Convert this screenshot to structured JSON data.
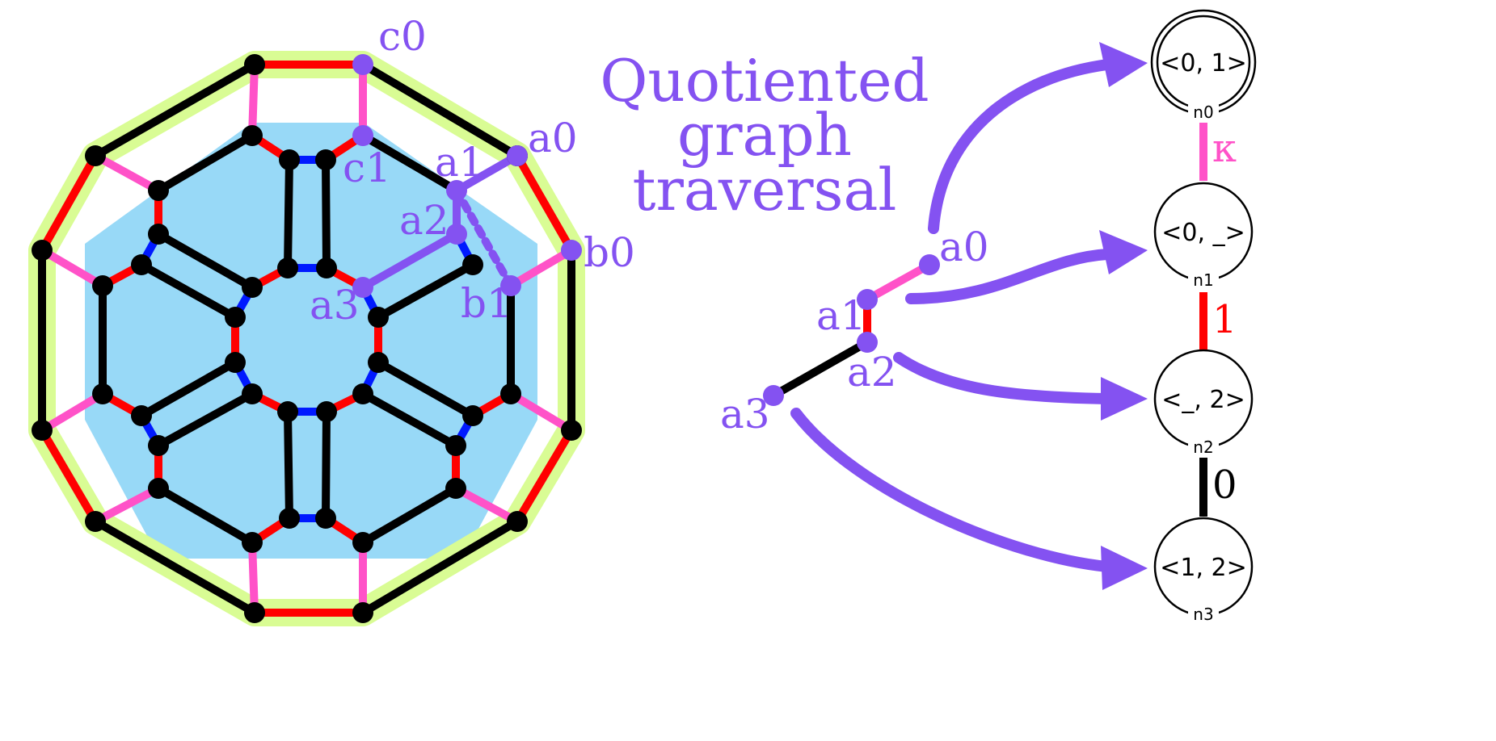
{
  "title": [
    "Quotiented",
    "graph",
    "traversal"
  ],
  "colors": {
    "purple": "#8452f1",
    "red": "#ff0000",
    "pink": "#ff52c8",
    "blue": "#0019ff",
    "black": "#000000",
    "hexagon_fill": "#98d9f7",
    "ring_highlight": "#d9fc94"
  },
  "left_graph": {
    "labels": {
      "c0": "c0",
      "c1": "c1",
      "a0": "a0",
      "a1": "a1",
      "a2": "a2",
      "a3": "a3",
      "b0": "b0",
      "b1": "b1"
    }
  },
  "path": {
    "labels": {
      "a0": "a0",
      "a1": "a1",
      "a2": "a2",
      "a3": "a3"
    }
  },
  "automaton": {
    "states": [
      {
        "id": "n0",
        "label": "<0, 1>",
        "accepting": true
      },
      {
        "id": "n1",
        "label": "<0, _>",
        "accepting": false
      },
      {
        "id": "n2",
        "label": "<_, 2>",
        "accepting": false
      },
      {
        "id": "n3",
        "label": "<1, 2>",
        "accepting": false
      }
    ],
    "transitions": [
      {
        "from": "n0",
        "to": "n1",
        "label": "κ",
        "color": "pink"
      },
      {
        "from": "n1",
        "to": "n2",
        "label": "1",
        "color": "red"
      },
      {
        "from": "n2",
        "to": "n3",
        "label": "0",
        "color": "black"
      }
    ]
  }
}
